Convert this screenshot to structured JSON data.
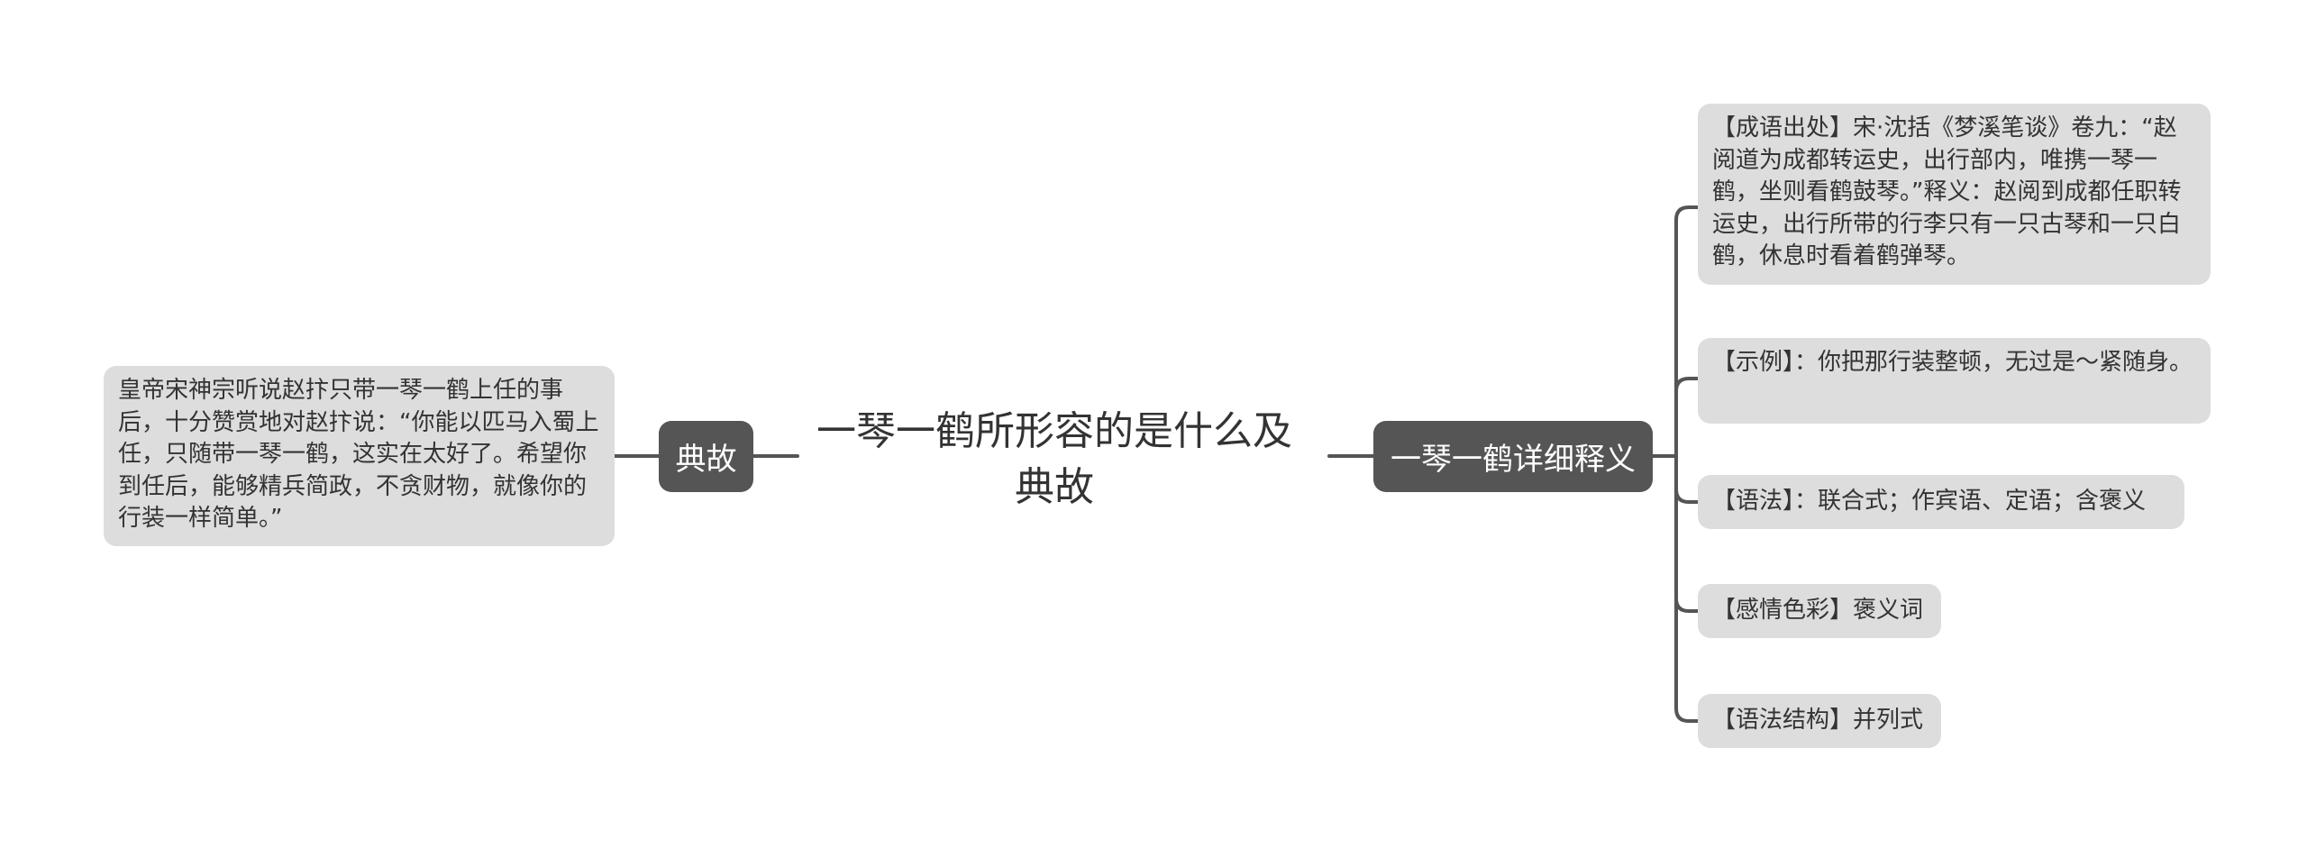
{
  "mindmap": {
    "root": "一琴一鹤所形容的是什么及典故",
    "left_branch": {
      "label": "典故",
      "leaf": "皇帝宋神宗听说赵抃只带一琴一鹤上任的事后，十分赞赏地对赵抃说：“你能以匹马入蜀上任，只随带一琴一鹤，这实在太好了。希望你到任后，能够精兵简政，不贪财物，就像你的行装一样简单。”"
    },
    "right_branch": {
      "label": "一琴一鹤详细释义",
      "leaves": [
        "【成语出处】宋·沈括《梦溪笔谈》卷九：“赵阅道为成都转运史，出行部内，唯携一琴一鹤，坐则看鹤鼓琴。”释义：赵阅到成都任职转运史，出行所带的行李只有一只古琴和一只白鹤，休息时看着鹤弹琴。",
        "【示例】：你把那行装整顿，无过是～紧随身。",
        "【语法】：联合式；作宾语、定语；含褒义",
        "【感情色彩】褒义词",
        "【语法结构】并列式"
      ]
    }
  }
}
